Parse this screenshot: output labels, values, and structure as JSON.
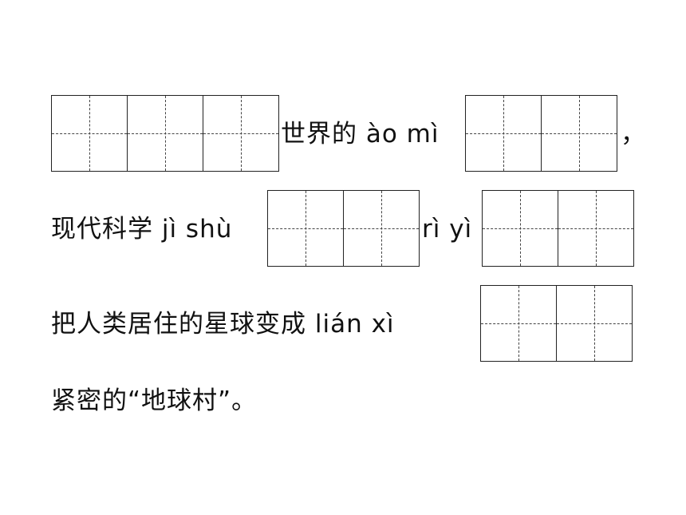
{
  "exercise": {
    "line1": {
      "text_after_box": "世界的 ào mì",
      "trailing_punct": "，"
    },
    "line2": {
      "prefix": "现代科学 jì shù",
      "middle": "rì yì"
    },
    "line3": {
      "prefix": "把人类居住的星球变成 lián xì"
    },
    "line4": {
      "text": "紧密的“地球村”。"
    }
  }
}
